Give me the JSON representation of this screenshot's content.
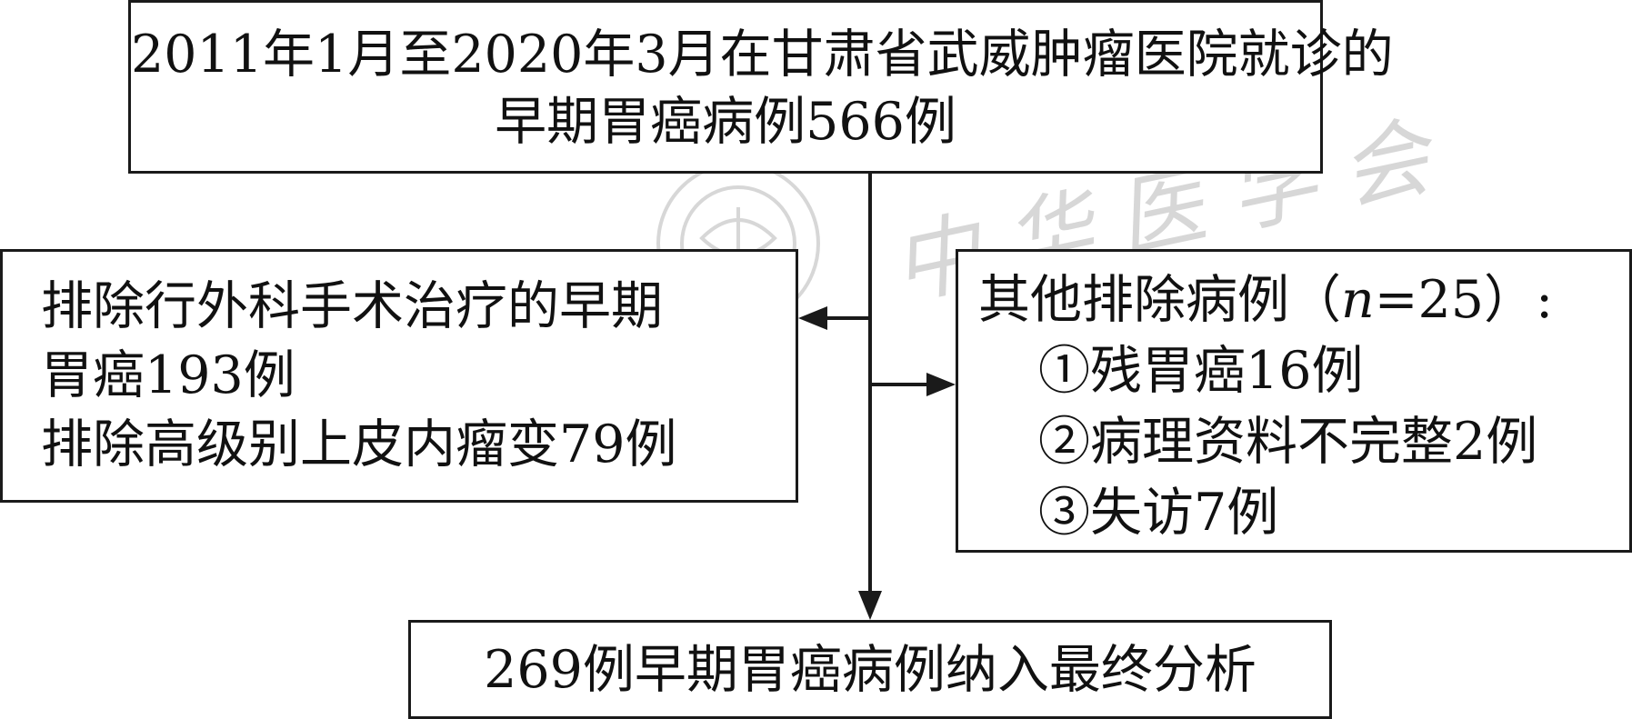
{
  "diagram": {
    "top_box": {
      "line1": "2011年1月至2020年3月在甘肃省武威肿瘤医院就诊的",
      "line2": "早期胃癌病例566例"
    },
    "left_box": {
      "line1": "排除行外科手术治疗的早期",
      "line2": "胃癌193例",
      "line3": "排除高级别上皮内瘤变79例"
    },
    "right_box": {
      "heading_prefix": "其他排除病例（",
      "heading_n": "n",
      "heading_suffix": "=25）:",
      "items": [
        "①残胃癌16例",
        "②病理资料不完整2例",
        "③失访7例"
      ]
    },
    "bottom_box": {
      "text": "269例早期胃癌病例纳入最终分析"
    }
  },
  "watermark": {
    "text": "中华医学会",
    "color": "#d7d7d7"
  },
  "colors": {
    "line": "#1a1a1a",
    "text": "#111111",
    "background": "#ffffff"
  }
}
